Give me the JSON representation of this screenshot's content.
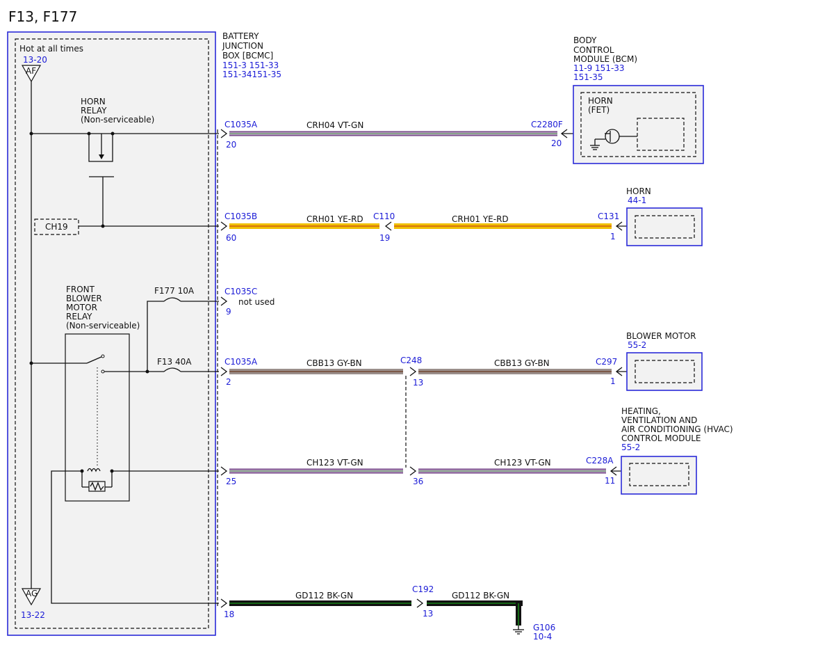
{
  "title": "F13, F177",
  "bjb": {
    "hot_label": "Hot at all times",
    "name_lines": [
      "BATTERY",
      "JUNCTION",
      "BOX [BCMC]"
    ],
    "refs_lines": [
      "151-3  151-33",
      "151-34151-35"
    ],
    "af_ref": "13-20",
    "af_label": "AF",
    "ag_label": "AG",
    "ag_ref": "13-22",
    "ch19": "CH19",
    "horn_relay_lines": [
      "HORN",
      "RELAY",
      "(Non-serviceable)"
    ],
    "blower_relay_lines": [
      "FRONT",
      "BLOWER",
      "MOTOR",
      "RELAY",
      "(Non-serviceable)"
    ],
    "fuse_f177": "F177  10A",
    "fuse_f13": "F13  40A"
  },
  "bcm": {
    "name_lines": [
      "BODY",
      "CONTROL",
      "MODULE (BCM)"
    ],
    "refs_lines": [
      "11-9    151-33",
      "151-35"
    ],
    "inner_lines": [
      "HORN",
      "(FET)"
    ]
  },
  "horn": {
    "name": "HORN",
    "ref": "44-1"
  },
  "blower": {
    "name": "BLOWER MOTOR",
    "ref": "55-2"
  },
  "hvac": {
    "name_lines": [
      "HEATING,",
      "VENTILATION AND",
      "AIR CONDITIONING (HVAC)",
      "CONTROL MODULE"
    ],
    "ref": "55-2"
  },
  "circuits": {
    "horn_bcm": {
      "conn_left": "C1035A",
      "pin_left": "20",
      "label": "CRH04  VT-GN",
      "conn_right": "C2280F",
      "pin_right": "20"
    },
    "horn_feed": {
      "conn_left": "C1035B",
      "pin_left": "60",
      "label1": "CRH01  YE-RD",
      "conn_mid": "C110",
      "pin_mid": "19",
      "label2": "CRH01  YE-RD",
      "conn_right": "C131",
      "pin_right": "1"
    },
    "not_used": {
      "conn": "C1035C",
      "pin": "9",
      "text": "not used"
    },
    "blower_feed": {
      "conn_left": "C1035A",
      "pin_left": "2",
      "label1": "CBB13  GY-BN",
      "conn_mid": "C248",
      "pin_mid": "13",
      "label2": "CBB13  GY-BN",
      "conn_right": "C297",
      "pin_right": "1"
    },
    "hvac_ctrl": {
      "pin_left": "25",
      "label1": "CH123  VT-GN",
      "pin_mid": "36",
      "label2": "CH123  VT-GN",
      "conn_right": "C228A",
      "pin_right": "11"
    },
    "ground": {
      "pin_left": "18",
      "label1": "GD112  BK-GN",
      "conn_mid": "C192",
      "pin_mid": "13",
      "label2": "GD112  BK-GN",
      "ground_name": "G106",
      "ground_ref": "10-4"
    }
  },
  "colors": {
    "vt_gn": "#8a6a9a",
    "ye_rd": "#e8b800",
    "gy_bn": "#7a6a66",
    "bk_gn": "#1a7a1a",
    "blue": "#1a1ad6"
  }
}
